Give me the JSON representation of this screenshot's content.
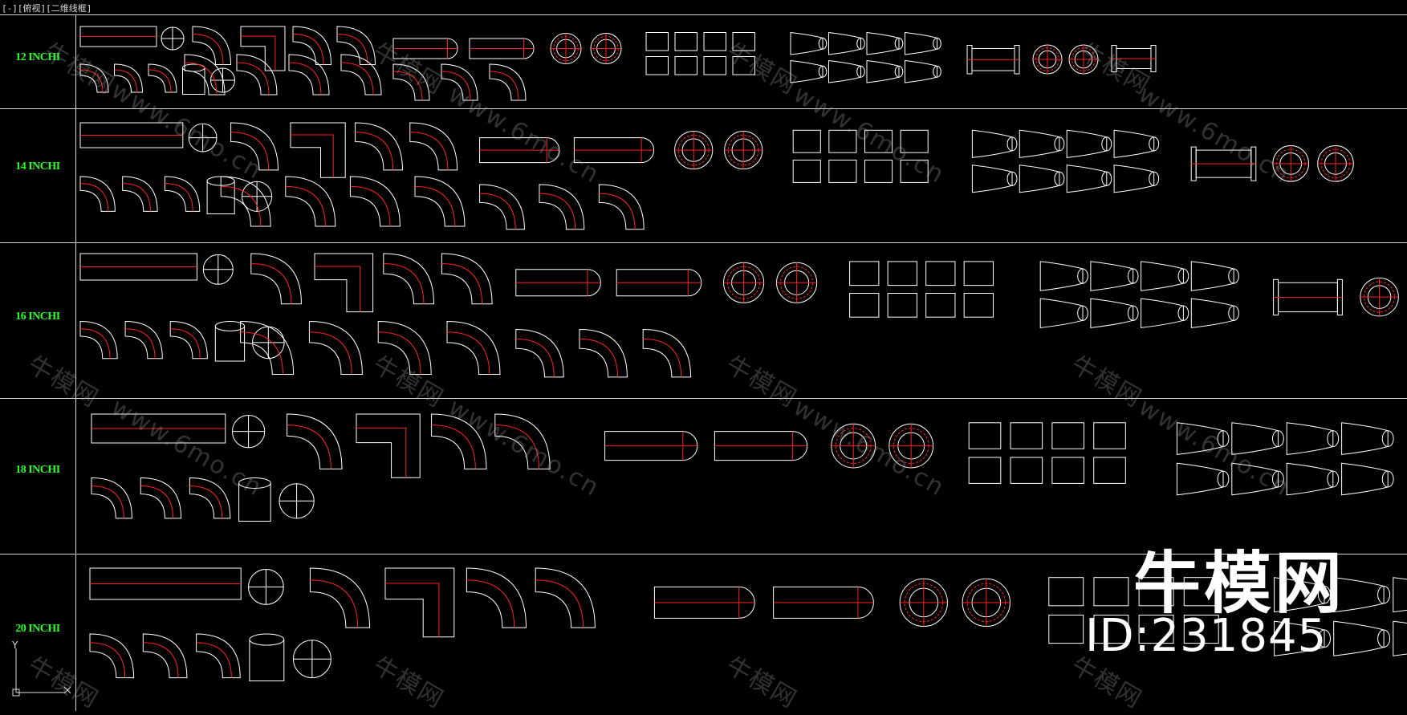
{
  "viewport": {
    "label": "[-][俯视][二维线框]"
  },
  "rows": [
    {
      "label": "12 INCHI"
    },
    {
      "label": "14 INCHI"
    },
    {
      "label": "16 INCHI"
    },
    {
      "label": "18 INCHI"
    },
    {
      "label": "20 INCHI"
    }
  ],
  "watermark": {
    "brand": "牛模网",
    "id": "ID:231845",
    "cn": "牛模网",
    "url": "www.6mo.cn"
  },
  "ucs": {
    "y_label": "Y"
  },
  "colors": {
    "background": "#000000",
    "row_label": "#22ff22",
    "linework": "#ffffff",
    "centerline": "#ff2020",
    "grid": "#d8d8d8"
  }
}
